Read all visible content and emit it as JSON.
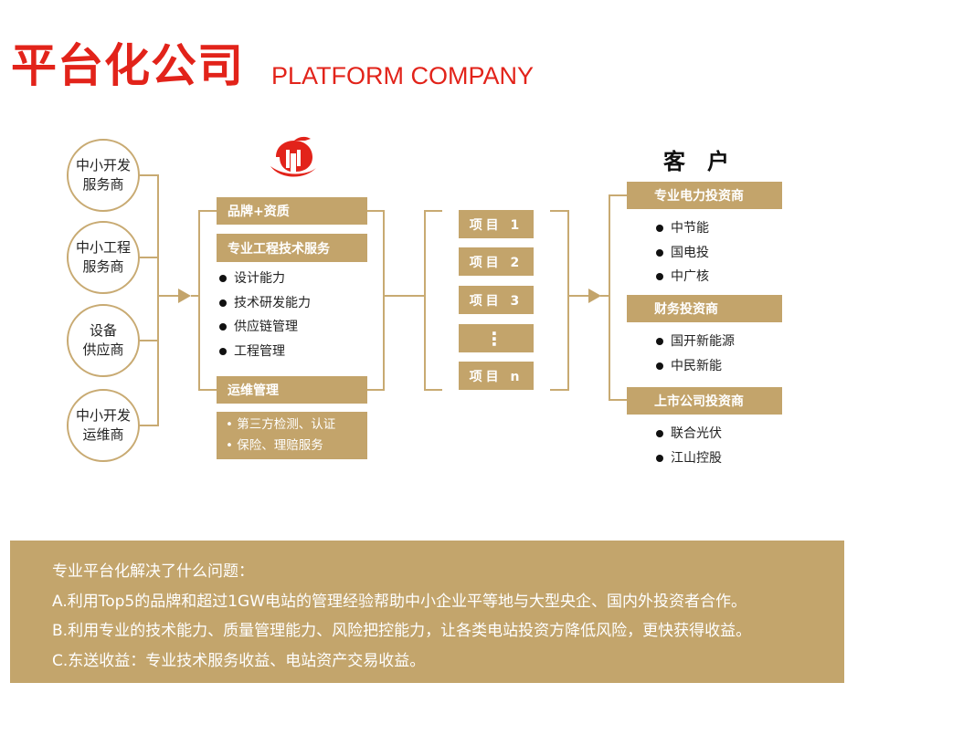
{
  "header": {
    "title_cn": "平台化公司",
    "title_en": "PLATFORM COMPANY"
  },
  "partners": [
    {
      "line1": "中小开发",
      "line2": "服务商"
    },
    {
      "line1": "中小工程",
      "line2": "服务商"
    },
    {
      "line1": "设备",
      "line2": "供应商"
    },
    {
      "line1": "中小开发",
      "line2": "运维商"
    }
  ],
  "platform": {
    "logo": "logo-icon",
    "brand": "品牌+资质",
    "engineering": {
      "title": "专业工程技术服务",
      "items": [
        "设计能力",
        "技术研发能力",
        "供应链管理",
        "工程管理"
      ]
    },
    "om": {
      "title": "运维管理",
      "items": [
        "第三方检测、认证",
        "保险、理赔服务"
      ]
    }
  },
  "projects": [
    "项目 1",
    "项目 2",
    "项目 3",
    "⋮",
    "项目 n"
  ],
  "customers": {
    "title": "客　户",
    "groups": [
      {
        "title": "专业电力投资商",
        "items": [
          "中节能",
          "国电投",
          "中广核"
        ]
      },
      {
        "title": "财务投资商",
        "items": [
          "国开新能源",
          "中民新能"
        ]
      },
      {
        "title": "上市公司投资商",
        "items": [
          "联合光伏",
          "江山控股"
        ]
      }
    ]
  },
  "summary": {
    "heading": "专业平台化解决了什么问题：",
    "lines": [
      "A.利用Top5的品牌和超过1GW电站的管理经验帮助中小企业平等地与大型央企、国内外投资者合作。",
      "B.利用专业的技术能力、质量管理能力、风险把控能力，让各类电站投资方降低风险，更快获得收益。",
      "C.东送收益：专业技术服务收益、电站资产交易收益。"
    ]
  },
  "colors": {
    "accent": "#c3a46b",
    "brand_red": "#e2231a"
  }
}
